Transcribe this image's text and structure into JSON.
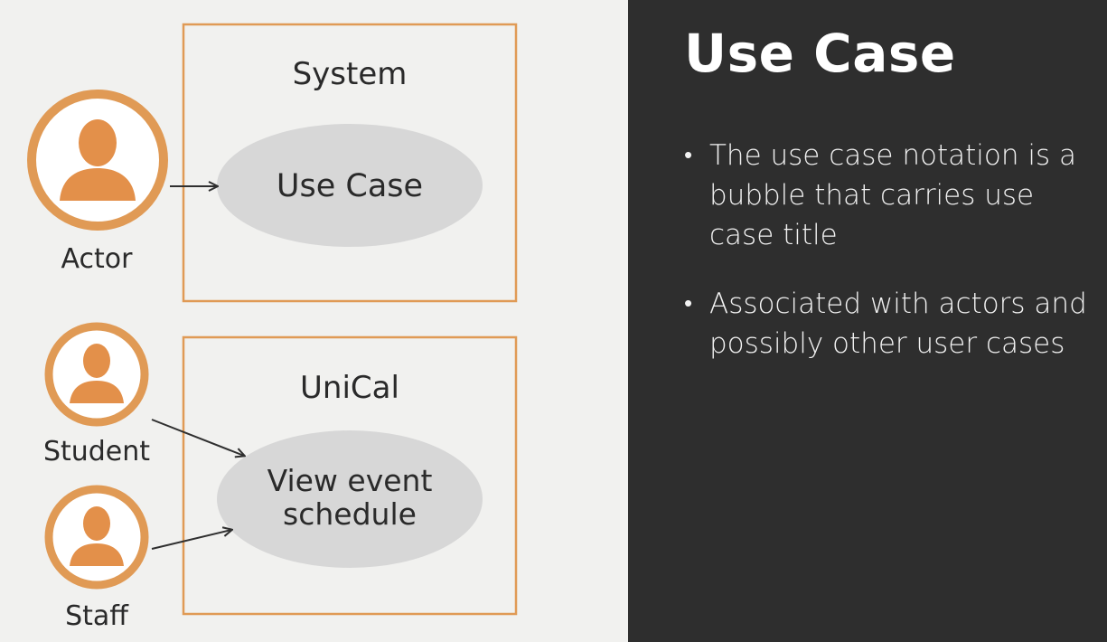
{
  "diagram": {
    "top_system": {
      "title": "System",
      "use_case": "Use Case",
      "actor_label": "Actor"
    },
    "bottom_system": {
      "title": "UniCal",
      "use_case_lines": [
        "View event",
        "schedule"
      ],
      "actors": [
        {
          "label": "Student"
        },
        {
          "label": "Staff"
        }
      ]
    },
    "colors": {
      "accent_orange": "#e09a55",
      "bubble_gray": "#d7d7d7",
      "panel_dark": "#2e2e2e"
    },
    "icons": [
      "actor-person-icon"
    ]
  },
  "slide": {
    "title": "Use Case",
    "bullets": [
      "The use case notation is a bubble that carries use case title",
      "Associated with actors and possibly other user cases"
    ]
  }
}
